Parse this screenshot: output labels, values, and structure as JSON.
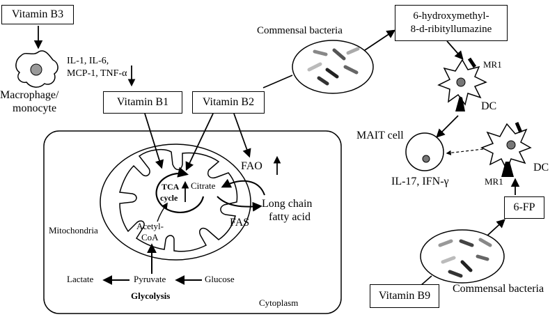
{
  "vitamins": {
    "b3": "Vitamin B3",
    "b1": "Vitamin B1",
    "b2": "Vitamin B2",
    "b9": "Vitamin B9"
  },
  "macrophage": {
    "cytokines_line1": "IL-1, IL-6,",
    "cytokines_line2": "MCP-1, TNF-α",
    "label_line1": "Macrophage/",
    "label_line2": "monocyte"
  },
  "commensal_top": "Commensal bacteria",
  "commensal_bottom": "Commensal bacteria",
  "metabolite_top_line1": "6-hydroxymethyl-",
  "metabolite_top_line2": "8-d-ribityllumazine",
  "metabolite_bottom": "6-FP",
  "mr1_top": "MR1",
  "mr1_bottom": "MR1",
  "dc_top": "DC",
  "dc_bottom": "DC",
  "mait": {
    "label": "MAIT cell",
    "cytokines": "IL-17, IFN-γ"
  },
  "metabolism": {
    "fao": "FAO",
    "fas": "FAS",
    "long_chain_line1": "Long chain",
    "long_chain_line2": "fatty acid",
    "tca_line1": "TCA",
    "tca_line2": "cycle",
    "citrate": "Citrate",
    "mitochondria": "Mitochondria",
    "acetyl_coa_line1": "Acetyl-",
    "acetyl_coa_line2": "CoA",
    "lactate": "Lactate",
    "pyruvate": "Pyruvate",
    "glucose": "Glucose",
    "glycolysis": "Glycolysis",
    "cytoplasm": "Cytoplasm"
  }
}
